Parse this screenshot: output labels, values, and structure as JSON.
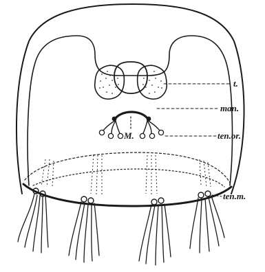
{
  "figure": {
    "labels": {
      "t": "t.",
      "man": "man.",
      "ten_or": "ten.or.",
      "M": "M.",
      "ten_m": "ten.m."
    }
  }
}
